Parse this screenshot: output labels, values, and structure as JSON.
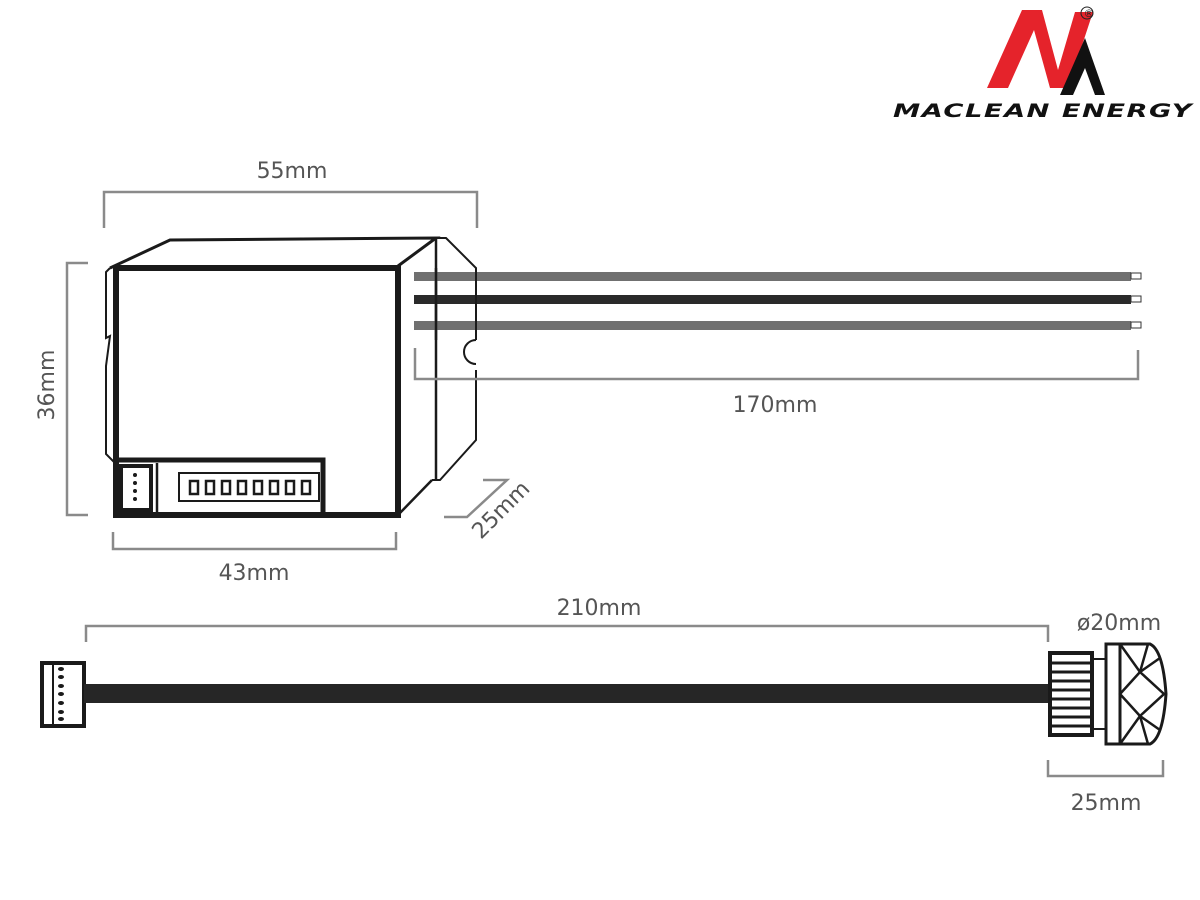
{
  "logo": {
    "brand_name": "MACLEAN ENERGY",
    "registered_mark": "®",
    "colors": {
      "primary": "#e5232b",
      "secondary": "#111111"
    }
  },
  "module": {
    "name": "control module",
    "dimensions": {
      "width_top": "55mm",
      "height": "36mm",
      "width_front": "43mm",
      "depth": "25mm"
    },
    "wires": {
      "length": "170mm",
      "count": 3,
      "colors": [
        "#707070",
        "#2a2a2a",
        "#707070"
      ]
    },
    "dip_switch_count": 8,
    "connector_pins": 4
  },
  "sensor": {
    "name": "PIR sensor head",
    "cable_length": "210mm",
    "diameter": "ø20mm",
    "head_length": "25mm",
    "connector_pins": 7
  }
}
